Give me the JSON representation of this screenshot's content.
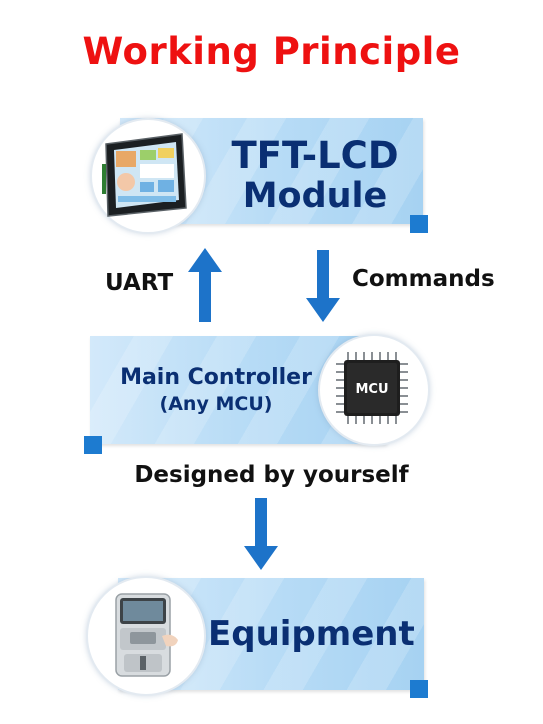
{
  "title": "Working Principle",
  "nodes": {
    "tft": {
      "line1": "TFT-LCD",
      "line2": "Module",
      "screen_text": ""
    },
    "controller": {
      "line1": "Main Controller",
      "line2": "(Any MCU)",
      "chip_label": "MCU"
    },
    "equipment": {
      "label": "Equipment"
    }
  },
  "links": {
    "uart": "UART",
    "commands": "Commands",
    "designed": "Designed by yourself"
  },
  "colors": {
    "title": "#ee1111",
    "heading": "#0a2f73",
    "arrow": "#1d73c9",
    "accent_square": "#1d7bd0",
    "panel": "#b8dcf6"
  },
  "icons": [
    "tft-screen-icon",
    "mcu-chip-icon",
    "equipment-machine-icon",
    "arrow-up-icon",
    "arrow-down-icon"
  ]
}
